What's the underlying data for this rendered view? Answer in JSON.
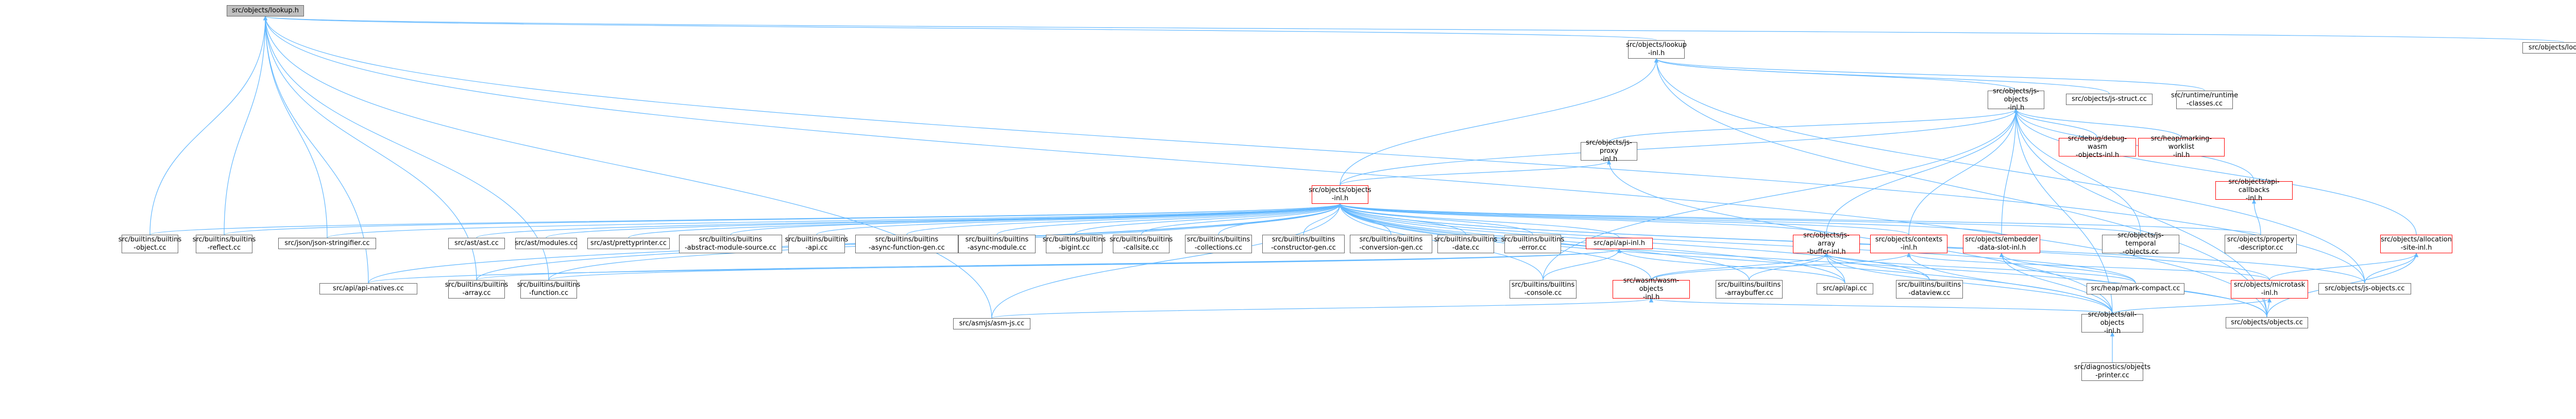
{
  "diagram": {
    "colors": {
      "edge": "#63b8ff",
      "edge_alt": "#ff9999",
      "node_border": "#666666",
      "node_border_highlight": "#ff0000",
      "root_fill": "#bfbfbf"
    },
    "nodes": [
      {
        "id": "lookup_h",
        "lines": [
          "src/objects/lookup.h"
        ],
        "style": "root"
      },
      {
        "id": "lookup_cc",
        "lines": [
          "src/objects/lookup.cc"
        ],
        "style": "normal"
      },
      {
        "id": "lookup_inl",
        "lines": [
          "src/objects/lookup",
          "-inl.h"
        ],
        "style": "normal"
      },
      {
        "id": "js_objects_inl",
        "lines": [
          "src/objects/js-objects",
          "-inl.h"
        ],
        "style": "normal"
      },
      {
        "id": "js_struct_cc",
        "lines": [
          "src/objects/js-struct.cc"
        ],
        "style": "normal"
      },
      {
        "id": "runtime_classes",
        "lines": [
          "src/runtime/runtime",
          "-classes.cc"
        ],
        "style": "normal"
      },
      {
        "id": "js_proxy_inl",
        "lines": [
          "src/objects/js-proxy",
          "-inl.h"
        ],
        "style": "normal"
      },
      {
        "id": "debug_wasm_inl",
        "lines": [
          "src/debug/debug-wasm",
          "-objects-inl.h"
        ],
        "style": "red"
      },
      {
        "id": "marking_worklist_inl",
        "lines": [
          "src/heap/marking-worklist",
          "-inl.h"
        ],
        "style": "red"
      },
      {
        "id": "objects_inl",
        "lines": [
          "src/objects/objects",
          "-inl.h"
        ],
        "style": "red"
      },
      {
        "id": "api_callbacks_inl",
        "lines": [
          "src/objects/api-callbacks",
          "-inl.h"
        ],
        "style": "red"
      },
      {
        "id": "builtins_object",
        "lines": [
          "src/builtins/builtins",
          "-object.cc"
        ],
        "style": "normal"
      },
      {
        "id": "builtins_reflect",
        "lines": [
          "src/builtins/builtins",
          "-reflect.cc"
        ],
        "style": "normal"
      },
      {
        "id": "json_stringifier",
        "lines": [
          "src/json/json-stringifier.cc"
        ],
        "style": "normal"
      },
      {
        "id": "ast_cc",
        "lines": [
          "src/ast/ast.cc"
        ],
        "style": "normal"
      },
      {
        "id": "modules_cc",
        "lines": [
          "src/ast/modules.cc"
        ],
        "style": "normal"
      },
      {
        "id": "prettyprinter_cc",
        "lines": [
          "src/ast/prettyprinter.cc"
        ],
        "style": "normal"
      },
      {
        "id": "builtins_ams",
        "lines": [
          "src/builtins/builtins",
          "-abstract-module-source.cc"
        ],
        "style": "normal"
      },
      {
        "id": "builtins_api",
        "lines": [
          "src/builtins/builtins",
          "-api.cc"
        ],
        "style": "normal"
      },
      {
        "id": "builtins_async_fn",
        "lines": [
          "src/builtins/builtins",
          "-async-function-gen.cc"
        ],
        "style": "normal"
      },
      {
        "id": "builtins_async_mod",
        "lines": [
          "src/builtins/builtins",
          "-async-module.cc"
        ],
        "style": "normal"
      },
      {
        "id": "builtins_bigint",
        "lines": [
          "src/builtins/builtins",
          "-bigint.cc"
        ],
        "style": "normal"
      },
      {
        "id": "builtins_callsite",
        "lines": [
          "src/builtins/builtins",
          "-callsite.cc"
        ],
        "style": "normal"
      },
      {
        "id": "builtins_collections",
        "lines": [
          "src/builtins/builtins",
          "-collections.cc"
        ],
        "style": "normal"
      },
      {
        "id": "builtins_ctor_gen",
        "lines": [
          "src/builtins/builtins",
          "-constructor-gen.cc"
        ],
        "style": "normal"
      },
      {
        "id": "builtins_conv_gen",
        "lines": [
          "src/builtins/builtins",
          "-conversion-gen.cc"
        ],
        "style": "normal"
      },
      {
        "id": "builtins_date",
        "lines": [
          "src/builtins/builtins",
          "-date.cc"
        ],
        "style": "normal"
      },
      {
        "id": "builtins_error",
        "lines": [
          "src/builtins/builtins",
          "-error.cc"
        ],
        "style": "normal"
      },
      {
        "id": "api_inl",
        "lines": [
          "src/api/api-inl.h"
        ],
        "style": "red"
      },
      {
        "id": "js_array_buffer_inl",
        "lines": [
          "src/objects/js-array",
          "-buffer-inl.h"
        ],
        "style": "red"
      },
      {
        "id": "contexts_inl",
        "lines": [
          "src/objects/contexts",
          "-inl.h"
        ],
        "style": "red"
      },
      {
        "id": "embedder_data_slot_inl",
        "lines": [
          "src/objects/embedder",
          "-data-slot-inl.h"
        ],
        "style": "red"
      },
      {
        "id": "js_temporal_objects",
        "lines": [
          "src/objects/js-temporal",
          "-objects.cc"
        ],
        "style": "normal"
      },
      {
        "id": "property_descriptor",
        "lines": [
          "src/objects/property",
          "-descriptor.cc"
        ],
        "style": "normal"
      },
      {
        "id": "allocation_site_inl",
        "lines": [
          "src/objects/allocation",
          "-site-inl.h"
        ],
        "style": "red"
      },
      {
        "id": "api_natives",
        "lines": [
          "src/api/api-natives.cc"
        ],
        "style": "normal"
      },
      {
        "id": "builtins_array",
        "lines": [
          "src/builtins/builtins",
          "-array.cc"
        ],
        "style": "normal"
      },
      {
        "id": "builtins_function",
        "lines": [
          "src/builtins/builtins",
          "-function.cc"
        ],
        "style": "normal"
      },
      {
        "id": "builtins_console",
        "lines": [
          "src/builtins/builtins",
          "-console.cc"
        ],
        "style": "normal"
      },
      {
        "id": "wasm_objects_inl",
        "lines": [
          "src/wasm/wasm-objects",
          "-inl.h"
        ],
        "style": "red"
      },
      {
        "id": "builtins_arraybuffer",
        "lines": [
          "src/builtins/builtins",
          "-arraybuffer.cc"
        ],
        "style": "normal"
      },
      {
        "id": "api_cc",
        "lines": [
          "src/api/api.cc"
        ],
        "style": "normal"
      },
      {
        "id": "builtins_dataview",
        "lines": [
          "src/builtins/builtins",
          "-dataview.cc"
        ],
        "style": "normal"
      },
      {
        "id": "mark_compact",
        "lines": [
          "src/heap/mark-compact.cc"
        ],
        "style": "normal"
      },
      {
        "id": "microtask_inl",
        "lines": [
          "src/objects/microtask",
          "-inl.h"
        ],
        "style": "red"
      },
      {
        "id": "js_objects_cc",
        "lines": [
          "src/objects/js-objects.cc"
        ],
        "style": "normal"
      },
      {
        "id": "asmjs_cc",
        "lines": [
          "src/asmjs/asm-js.cc"
        ],
        "style": "normal"
      },
      {
        "id": "all_objects_inl",
        "lines": [
          "src/objects/all-objects",
          "-inl.h"
        ],
        "style": "normal"
      },
      {
        "id": "objects_cc",
        "lines": [
          "src/objects/objects.cc"
        ],
        "style": "normal"
      },
      {
        "id": "objects_printer",
        "lines": [
          "src/diagnostics/objects",
          "-printer.cc"
        ],
        "style": "normal"
      }
    ],
    "edges": [
      [
        "lookup_inl",
        "lookup_h"
      ],
      [
        "lookup_cc",
        "lookup_h"
      ],
      [
        "builtins_object",
        "lookup_h"
      ],
      [
        "builtins_reflect",
        "lookup_h"
      ],
      [
        "json_stringifier",
        "lookup_h"
      ],
      [
        "api_natives",
        "lookup_h"
      ],
      [
        "builtins_array",
        "lookup_h"
      ],
      [
        "js_objects_cc",
        "lookup_h"
      ],
      [
        "objects_cc",
        "lookup_h"
      ],
      [
        "asmjs_cc",
        "lookup_h"
      ],
      [
        "builtins_function",
        "lookup_h"
      ],
      [
        "js_objects_inl",
        "lookup_inl"
      ],
      [
        "js_struct_cc",
        "lookup_inl"
      ],
      [
        "runtime_classes",
        "lookup_inl"
      ],
      [
        "objects_inl",
        "lookup_inl"
      ],
      [
        "js_objects_cc",
        "lookup_inl"
      ],
      [
        "objects_cc",
        "lookup_inl"
      ],
      [
        "js_proxy_inl",
        "js_objects_inl"
      ],
      [
        "debug_wasm_inl",
        "js_objects_inl"
      ],
      [
        "marking_worklist_inl",
        "js_objects_inl"
      ],
      [
        "objects_inl",
        "js_objects_inl"
      ],
      [
        "api_callbacks_inl",
        "js_objects_inl"
      ],
      [
        "js_array_buffer_inl",
        "js_objects_inl"
      ],
      [
        "contexts_inl",
        "js_objects_inl"
      ],
      [
        "embedder_data_slot_inl",
        "js_objects_inl"
      ],
      [
        "js_temporal_objects",
        "js_objects_inl"
      ],
      [
        "allocation_site_inl",
        "js_objects_inl"
      ],
      [
        "builtins_console",
        "js_objects_inl"
      ],
      [
        "all_objects_inl",
        "js_objects_inl"
      ],
      [
        "objects_cc",
        "js_objects_inl"
      ],
      [
        "objects_inl",
        "js_proxy_inl"
      ],
      [
        "all_objects_inl",
        "js_proxy_inl"
      ],
      [
        "property_descriptor",
        "api_callbacks_inl"
      ],
      [
        "builtins_object",
        "objects_inl"
      ],
      [
        "builtins_reflect",
        "objects_inl"
      ],
      [
        "json_stringifier",
        "objects_inl"
      ],
      [
        "ast_cc",
        "objects_inl"
      ],
      [
        "modules_cc",
        "objects_inl"
      ],
      [
        "prettyprinter_cc",
        "objects_inl"
      ],
      [
        "builtins_ams",
        "objects_inl"
      ],
      [
        "builtins_api",
        "objects_inl"
      ],
      [
        "builtins_async_fn",
        "objects_inl"
      ],
      [
        "builtins_async_mod",
        "objects_inl"
      ],
      [
        "builtins_bigint",
        "objects_inl"
      ],
      [
        "builtins_callsite",
        "objects_inl"
      ],
      [
        "builtins_collections",
        "objects_inl"
      ],
      [
        "builtins_ctor_gen",
        "objects_inl"
      ],
      [
        "builtins_conv_gen",
        "objects_inl"
      ],
      [
        "builtins_date",
        "objects_inl"
      ],
      [
        "builtins_error",
        "objects_inl"
      ],
      [
        "api_inl",
        "objects_inl"
      ],
      [
        "js_array_buffer_inl",
        "objects_inl"
      ],
      [
        "contexts_inl",
        "objects_inl"
      ],
      [
        "embedder_data_slot_inl",
        "objects_inl"
      ],
      [
        "js_temporal_objects",
        "objects_inl"
      ],
      [
        "property_descriptor",
        "objects_inl"
      ],
      [
        "api_natives",
        "objects_inl"
      ],
      [
        "builtins_array",
        "objects_inl"
      ],
      [
        "builtins_function",
        "objects_inl"
      ],
      [
        "builtins_console",
        "objects_inl"
      ],
      [
        "wasm_objects_inl",
        "objects_inl"
      ],
      [
        "builtins_arraybuffer",
        "objects_inl"
      ],
      [
        "api_cc",
        "objects_inl"
      ],
      [
        "builtins_dataview",
        "objects_inl"
      ],
      [
        "mark_compact",
        "objects_inl"
      ],
      [
        "microtask_inl",
        "objects_inl"
      ],
      [
        "js_objects_cc",
        "objects_inl"
      ],
      [
        "asmjs_cc",
        "objects_inl"
      ],
      [
        "all_objects_inl",
        "objects_inl"
      ],
      [
        "objects_cc",
        "objects_inl"
      ],
      [
        "api_natives",
        "api_inl"
      ],
      [
        "builtins_array",
        "api_inl"
      ],
      [
        "builtins_function",
        "api_inl"
      ],
      [
        "builtins_console",
        "api_inl"
      ],
      [
        "api_cc",
        "api_inl"
      ],
      [
        "builtins_arraybuffer",
        "js_array_buffer_inl"
      ],
      [
        "builtins_dataview",
        "js_array_buffer_inl"
      ],
      [
        "wasm_objects_inl",
        "js_array_buffer_inl"
      ],
      [
        "api_cc",
        "js_array_buffer_inl"
      ],
      [
        "all_objects_inl",
        "js_array_buffer_inl"
      ],
      [
        "mark_compact",
        "js_array_buffer_inl"
      ],
      [
        "wasm_objects_inl",
        "contexts_inl"
      ],
      [
        "microtask_inl",
        "contexts_inl"
      ],
      [
        "all_objects_inl",
        "contexts_inl"
      ],
      [
        "mark_compact",
        "embedder_data_slot_inl"
      ],
      [
        "all_objects_inl",
        "embedder_data_slot_inl"
      ],
      [
        "objects_cc",
        "embedder_data_slot_inl"
      ],
      [
        "microtask_inl",
        "allocation_site_inl"
      ],
      [
        "js_objects_cc",
        "allocation_site_inl"
      ],
      [
        "objects_cc",
        "allocation_site_inl"
      ],
      [
        "all_objects_inl",
        "microtask_inl"
      ],
      [
        "objects_cc",
        "microtask_inl"
      ],
      [
        "asmjs_cc",
        "wasm_objects_inl"
      ],
      [
        "all_objects_inl",
        "wasm_objects_inl"
      ],
      [
        "objects_printer",
        "all_objects_inl"
      ]
    ]
  }
}
